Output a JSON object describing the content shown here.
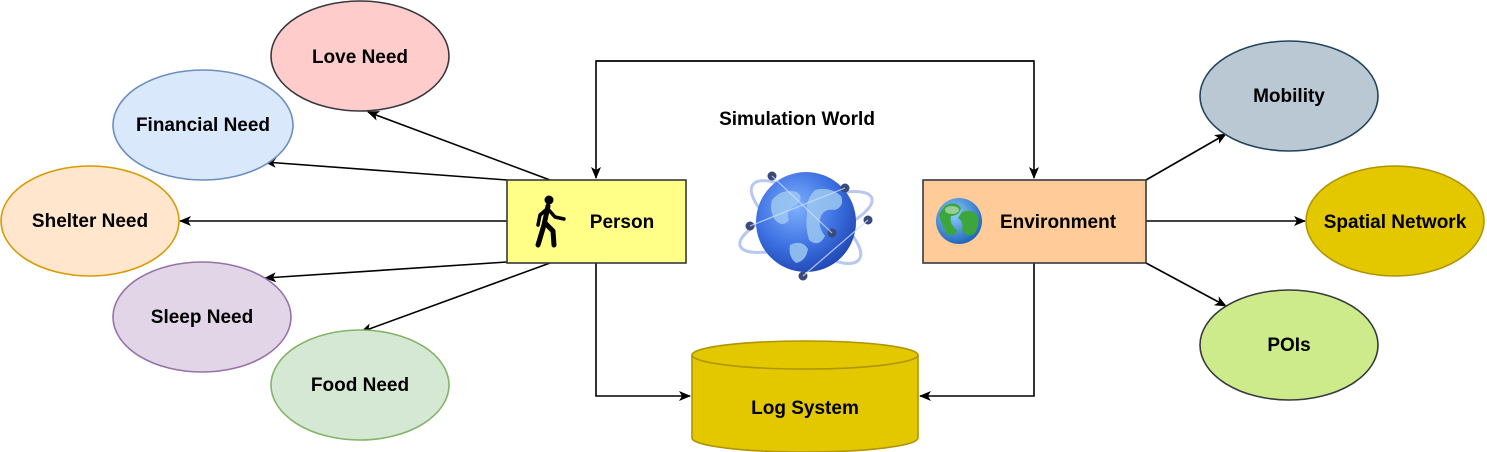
{
  "title": "Simulation World",
  "person": {
    "label": "Person",
    "icon": "walking-person-icon",
    "fill": "#ffff88"
  },
  "environment": {
    "label": "Environment",
    "icon": "earth-globe-icon",
    "fill": "#ffcc99"
  },
  "log_system": {
    "label": "Log System",
    "fill": "#e3c800"
  },
  "center_icon": "network-globe-icon",
  "needs": [
    {
      "label": "Love Need",
      "fill": "#ffcccc",
      "stroke": "#36393d"
    },
    {
      "label": "Financial Need",
      "fill": "#dae8fc",
      "stroke": "#6c8ebf"
    },
    {
      "label": "Shelter Need",
      "fill": "#ffe6cc",
      "stroke": "#d79b00"
    },
    {
      "label": "Sleep Need",
      "fill": "#e1d5e7",
      "stroke": "#9673a6"
    },
    {
      "label": "Food Need",
      "fill": "#d5e8d4",
      "stroke": "#82b366"
    }
  ],
  "env_components": [
    {
      "label": "Mobility",
      "fill": "#bac8d3",
      "stroke": "#23445d"
    },
    {
      "label": "Spatial Network",
      "fill": "#e3c800",
      "stroke": "#b09500"
    },
    {
      "label": "POIs",
      "fill": "#cdeb8b",
      "stroke": "#36393d"
    }
  ]
}
